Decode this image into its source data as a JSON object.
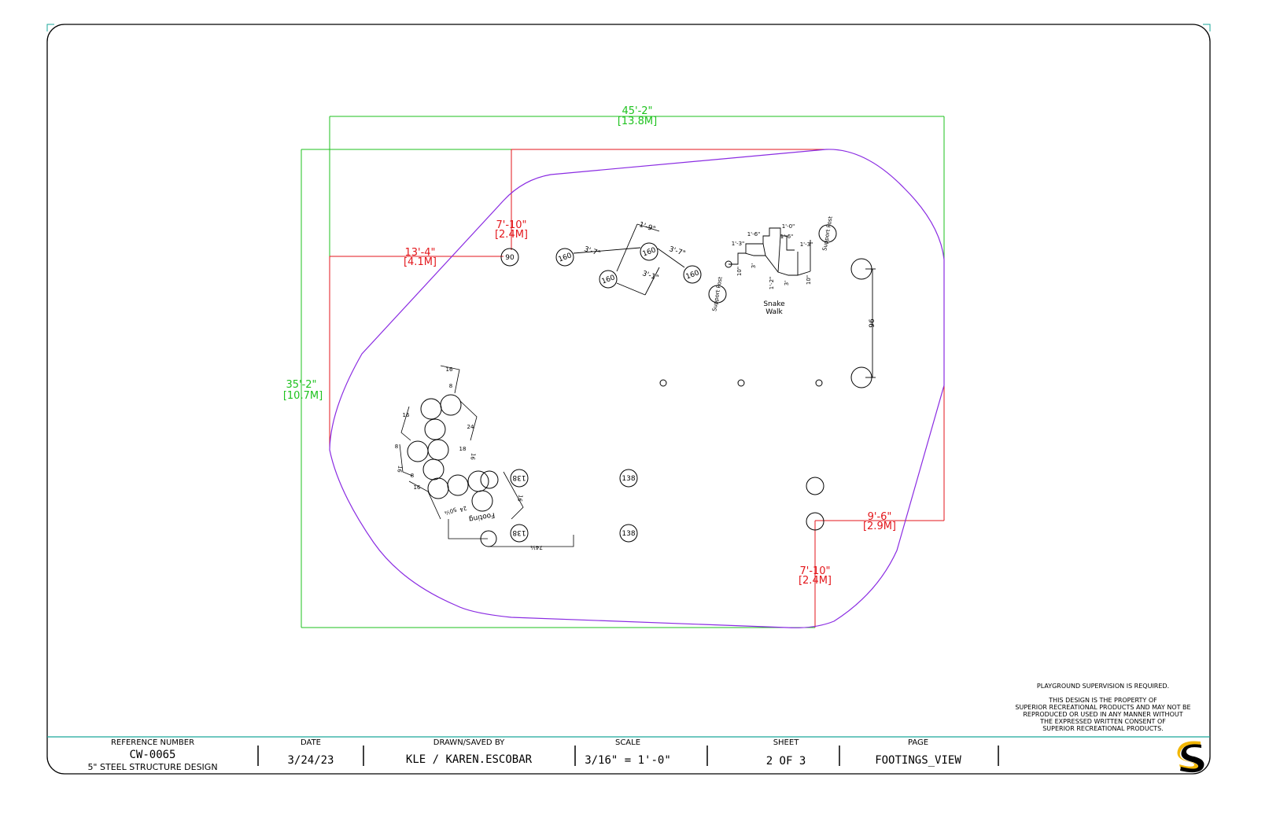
{
  "dimensions": {
    "overall_width": "45'-2\"",
    "overall_width_m": "[13.8M]",
    "overall_height": "35'-2\"",
    "overall_height_m": "[10.7M]",
    "top_offset": "7'-10\"",
    "top_offset_m": "[2.4M]",
    "left_offset": "13'-4\"",
    "left_offset_m": "[4.1M]",
    "right_offset": "9'-6\"",
    "right_offset_m": "[2.9M]",
    "bottom_offset": "7'-10\"",
    "bottom_offset_m": "[2.4M]"
  },
  "footings": {
    "f90": "90",
    "f160a": "160",
    "f160b": "160",
    "f160c": "160",
    "f160d": "160",
    "f138a": "138",
    "f138b": "138",
    "f138c": "138",
    "f138d": "138"
  },
  "small_dims": {
    "d37a": "3'-7\"",
    "d37b": "3'-7\"",
    "d31": "3'-1\"",
    "d19": "1'-9\"",
    "d96": "96",
    "d13a": "1'-3\"",
    "d16a": "1'-6\"",
    "d10a": "1'-0\"",
    "d16b": "1'-6\"",
    "d13b": "1'-3\"",
    "d12": "1'-2\"",
    "d3a": "3'",
    "d3b": "3'",
    "d10b": "10\"",
    "d10c": "10\"",
    "d16c": "16",
    "d8a": "8",
    "d16d": "16",
    "d24a": "24",
    "d8b": "8",
    "d18": "18",
    "d16e": "16",
    "d16f": "16",
    "d16g": "16",
    "d8c": "8",
    "d24b": "24",
    "d50": "50¼",
    "d16h": "16",
    "d74": "74¼",
    "footing": "Footing",
    "snake1": "Snake",
    "snake2": "Walk",
    "post1": "Support Post",
    "post2": "Support Post"
  },
  "notes": {
    "supervision": "PLAYGROUND SUPERVISION IS REQUIRED.",
    "property_1": "THIS DESIGN IS THE PROPERTY OF",
    "property_2": "SUPERIOR RECREATIONAL PRODUCTS AND MAY NOT BE",
    "property_3": "REPRODUCED OR USED IN ANY MANNER WITHOUT",
    "property_4": "THE EXPRESSED WRITTEN CONSENT OF",
    "property_5": "SUPERIOR RECREATIONAL PRODUCTS."
  },
  "title_block": {
    "ref_label": "REFERENCE NUMBER",
    "ref_value": "CW-0065",
    "ref_sub": "5\" STEEL STRUCTURE DESIGN",
    "date_label": "DATE",
    "date_value": "3/24/23",
    "drawn_label": "DRAWN/SAVED BY",
    "drawn_value": "KLE / KAREN.ESCOBAR",
    "scale_label": "SCALE",
    "scale_value": "3/16\" = 1'-0\"",
    "sheet_label": "SHEET",
    "sheet_value": "2  OF   3",
    "page_label": "PAGE",
    "page_value": "FOOTINGS_VIEW"
  },
  "colors": {
    "green_dims": "#1ec21e",
    "red_dims": "#e3161b",
    "boundary": "#8a2be2",
    "frame_accent": "#1aa79a",
    "logo_yellow": "#f2b705"
  }
}
